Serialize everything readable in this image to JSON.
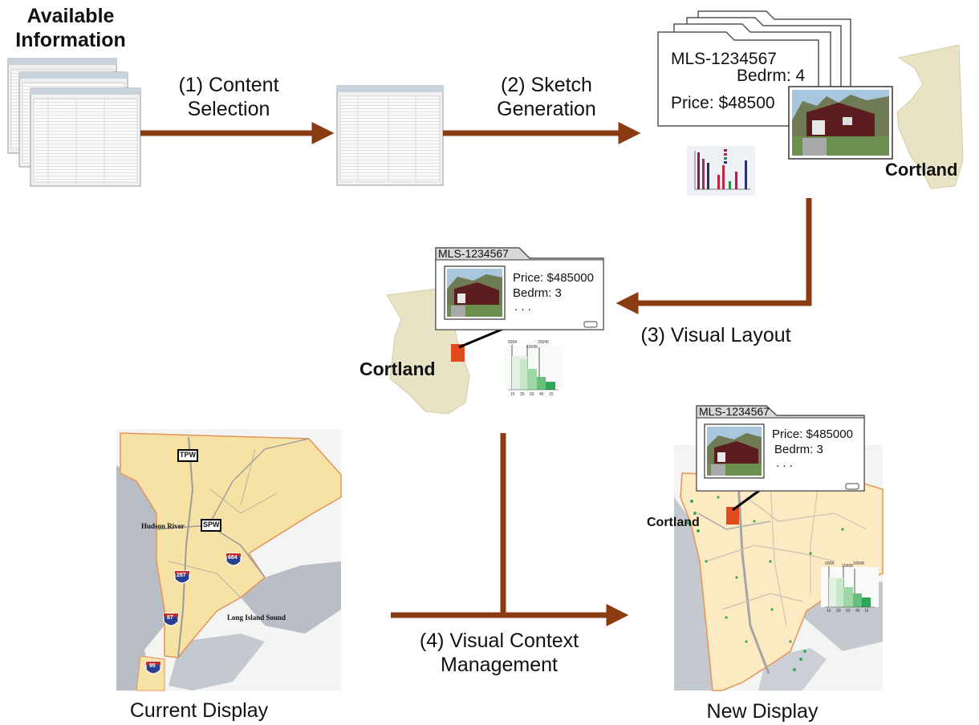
{
  "steps": {
    "available": [
      "Available",
      "Information"
    ],
    "content_selection": [
      "(1) Content",
      "Selection"
    ],
    "sketch_generation": [
      "(2) Sketch",
      "Generation"
    ],
    "visual_layout": "(3) Visual Layout",
    "visual_context": [
      "(4) Visual Context",
      "Management"
    ],
    "current_display": "Current Display",
    "new_display": "New Display"
  },
  "listing": {
    "mls": "MLS-1234567",
    "price": "Price: $485000",
    "price_truncated": "Price: $48500",
    "bedrm_sketch": "Bedrm: 4",
    "bedrm_layout": "Bedrm: 3",
    "ellipsis": ". . ."
  },
  "places": {
    "cortland": "Cortland",
    "hudson_river": "Hudson River",
    "long_island_sound": "Long Island Sound",
    "tpw": "TPW",
    "spw": "SPW",
    "i287": "287",
    "i87": "87",
    "i684": "684",
    "i95": "95"
  },
  "mini_chart": {
    "top_ticks": [
      "500K",
      "1000K",
      "2000K"
    ],
    "bottom_ticks": [
      "15",
      "30",
      "60",
      "45",
      "15"
    ]
  },
  "colors": {
    "arrow": "#8b3b12",
    "map_fill": "#f7e2a6",
    "map_border": "#e3935a",
    "water": "#b9bec6",
    "cortland_fill": "#e9e3c5",
    "marker": "#e04a1c"
  }
}
